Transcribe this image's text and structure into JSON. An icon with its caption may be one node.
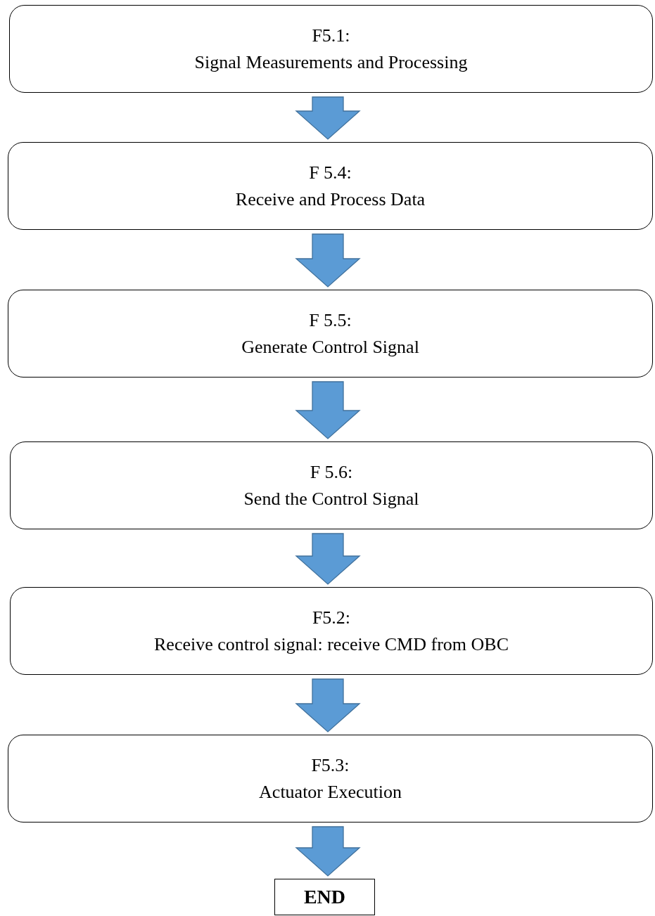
{
  "diagram": {
    "nodes": [
      {
        "text": [
          "F5.1:",
          "Signal Measurements and Processing"
        ]
      },
      {
        "text": [
          "F 5.4:",
          "Receive and Process Data"
        ]
      },
      {
        "text": [
          "F 5.5:",
          "Generate Control Signal"
        ]
      },
      {
        "text": [
          "F 5.6:",
          "Send the Control Signal"
        ]
      },
      {
        "text": [
          "F5.2:",
          "Receive control signal: receive CMD from OBC"
        ]
      },
      {
        "text": [
          "F5.3:",
          "Actuator Execution"
        ]
      },
      {
        "text": [
          "END"
        ]
      }
    ],
    "edges": [
      {
        "from": 0,
        "to": 1,
        "arrow": "to"
      },
      {
        "from": 1,
        "to": 2,
        "arrow": "to"
      },
      {
        "from": 2,
        "to": 3,
        "arrow": "to"
      },
      {
        "from": 3,
        "to": 4,
        "arrow": "to"
      },
      {
        "from": 4,
        "to": 5,
        "arrow": "to"
      },
      {
        "from": 5,
        "to": 6,
        "arrow": "to"
      }
    ]
  }
}
